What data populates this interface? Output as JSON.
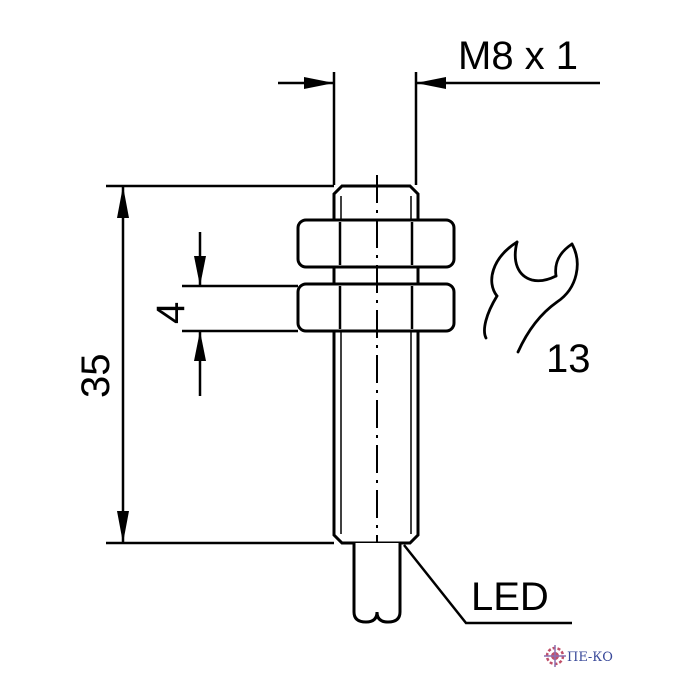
{
  "labels": {
    "thread": "M8 x 1",
    "wrench_size": "13",
    "length": "35",
    "nut_thickness": "4",
    "led": "LED"
  },
  "watermark": {
    "text": "ПЕ-КО"
  },
  "colors": {
    "line": "#000000",
    "logo_gear": "#c0506a",
    "logo_text": "#3a4a9a"
  },
  "icons": [
    "wrench-icon",
    "logo-gear-icon"
  ]
}
